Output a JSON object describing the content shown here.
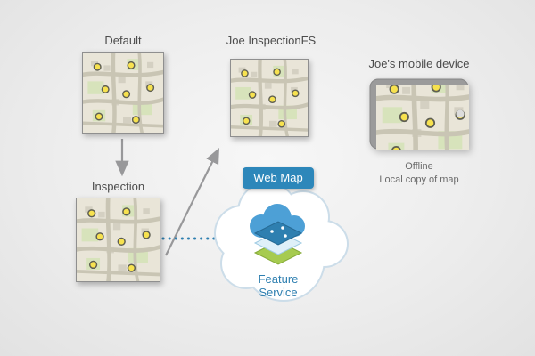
{
  "labels": {
    "default_map": "Default",
    "joe_inspectionfs_map": "Joe InspectionFS",
    "inspection_map": "Inspection",
    "mobile_device": "Joe's mobile device",
    "device_status_line1": "Offline",
    "device_status_line2": "Local copy of map",
    "web_map_badge": "Web Map",
    "feature_service_line1": "Feature",
    "feature_service_line2": "Service"
  },
  "colors": {
    "accent_blue": "#2e7fb0",
    "web_map_badge_bg": "#2d87ba",
    "arrow_gray": "#98989a",
    "dotted_connector_blue": "#2e7fb0",
    "map_background": "#e9e5d8",
    "map_point_yellow": "#f7e24f",
    "layer_green": "#a6cb50",
    "cloud_outline": "#ccdde9",
    "device_body_gray": "#9b9b9b"
  },
  "icons": {
    "map_thumbnail": "map-thumbnail-icon",
    "tablet_device": "tablet-device-icon",
    "cloud": "cloud-icon",
    "feature_service_layers": "stacked-layers-icon",
    "solid_arrow": "arrow-icon",
    "dotted_connector": "dotted-connector"
  }
}
